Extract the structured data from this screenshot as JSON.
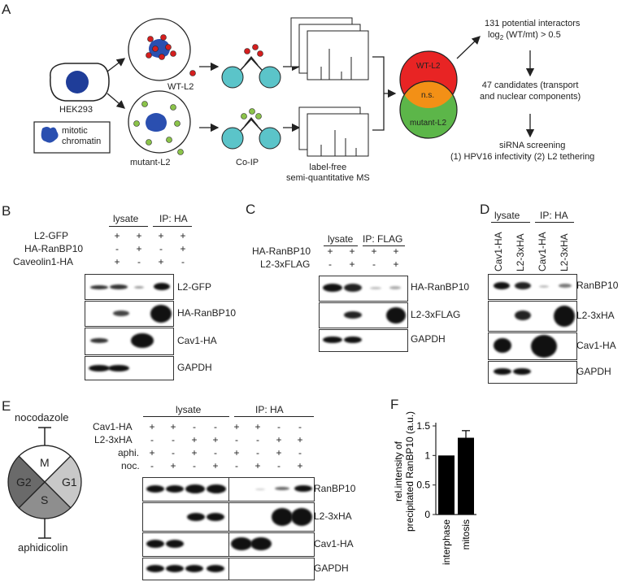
{
  "panels": {
    "A": "A",
    "B": "B",
    "C": "C",
    "D": "D",
    "E": "E",
    "F": "F"
  },
  "panelA": {
    "hek293": "HEK293",
    "mitotic_chromatin": "mitotic\nchromatin",
    "wt_l2": "WT-L2",
    "mutant_l2": "mutant-L2",
    "coip": "Co-IP",
    "ms": "label-free\nsemi-quantitative MS",
    "venn_wt": "WT-L2",
    "venn_ns": "n.s.",
    "venn_mut": "mutant-L2",
    "step1a": "131 potential interactors",
    "step1b": "log",
    "step1b_sub": "2",
    "step1b_rest": " (WT/mt) > 0.5",
    "step2": "47 candidates (transport\nand nuclear components)",
    "step3a": "siRNA screening",
    "step3b": "(1) HPV16 infectivity (2) L2 tethering"
  },
  "panelB": {
    "lysate": "lysate",
    "ip": "IP: HA",
    "rows": [
      "L2-GFP",
      "HA-RanBP10",
      "Caveolin1-HA"
    ],
    "signs": [
      [
        "+",
        "+",
        "+",
        "+"
      ],
      [
        "-",
        "+",
        "-",
        "+"
      ],
      [
        "+",
        "-",
        "+",
        "-"
      ]
    ],
    "blots": [
      "L2-GFP",
      "HA-RanBP10",
      "Cav1-HA",
      "GAPDH"
    ]
  },
  "panelC": {
    "lysate": "lysate",
    "ip": "IP: FLAG",
    "rows": [
      "HA-RanBP10",
      "L2-3xFLAG"
    ],
    "signs": [
      [
        "+",
        "+",
        "+",
        "+"
      ],
      [
        "-",
        "+",
        "-",
        "+"
      ]
    ],
    "blots": [
      "HA-RanBP10",
      "L2-3xFLAG",
      "GAPDH"
    ]
  },
  "panelD": {
    "lysate": "lysate",
    "ip": "IP: HA",
    "cols": [
      "Cav1-HA",
      "L2-3xHA",
      "Cav1-HA",
      "L2-3xHA"
    ],
    "blots": [
      "RanBP10",
      "L2-3xHA",
      "Cav1-HA",
      "GAPDH"
    ]
  },
  "panelE": {
    "nocodazole": "nocodazole",
    "aphidicolin": "aphidicolin",
    "phases": {
      "M": "M",
      "G1": "G1",
      "S": "S",
      "G2": "G2"
    },
    "lysate": "lysate",
    "ip": "IP: HA",
    "rows": [
      "Cav1-HA",
      "L2-3xHA",
      "aphi.",
      "noc."
    ],
    "signs": [
      [
        "+",
        "+",
        "-",
        "-",
        "+",
        "+",
        "-",
        "-"
      ],
      [
        "-",
        "-",
        "+",
        "+",
        "-",
        "-",
        "+",
        "+"
      ],
      [
        "+",
        "-",
        "+",
        "-",
        "+",
        "-",
        "+",
        "-"
      ],
      [
        "-",
        "+",
        "-",
        "+",
        "-",
        "+",
        "-",
        "+"
      ]
    ],
    "blots": [
      "RanBP10",
      "L2-3xHA",
      "Cav1-HA",
      "GAPDH"
    ]
  },
  "chart_data": {
    "type": "bar",
    "categories": [
      "interphase",
      "mitosis"
    ],
    "values": [
      1.0,
      1.3
    ],
    "errors": [
      0,
      0.12
    ],
    "ylabel": "rel.intensity of\nprecipitated RanBP10 (a.u.)",
    "ylim": [
      0,
      1.5
    ],
    "yticks": [
      "0",
      "0.5",
      "1",
      "1.5"
    ],
    "colors": {
      "bar": "#000000"
    }
  }
}
